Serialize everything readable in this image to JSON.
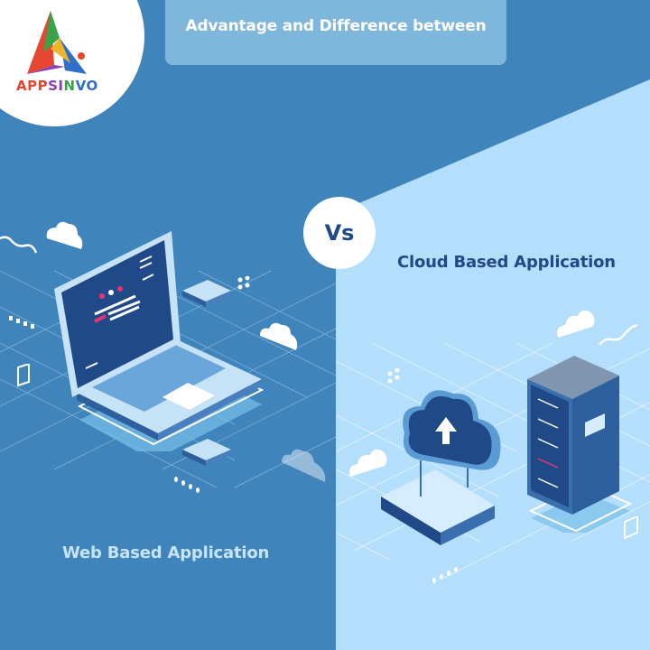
{
  "header": {
    "title": "Advantage and Difference between"
  },
  "logo": {
    "brand_letters": [
      "A",
      "P",
      "P",
      "S",
      "I",
      "N",
      "V",
      "O"
    ],
    "brand_colors": [
      "#e6452f",
      "#e6452f",
      "#e6452f",
      "#8a3fb5",
      "#8a3fb5",
      "#3aa34a",
      "#2f6fc7",
      "#2f6fc7"
    ]
  },
  "comparison": {
    "vs_label": "Vs",
    "right_title": "Cloud Based Application",
    "left_title": "Web Based Application"
  },
  "colors": {
    "left_panel": "#3f84bb",
    "right_panel": "#b3defc",
    "title_box": "#7fb6dc",
    "dark_text": "#1f4a87",
    "light_text": "#c6e4fb",
    "accent_pink": "#e8337a"
  }
}
